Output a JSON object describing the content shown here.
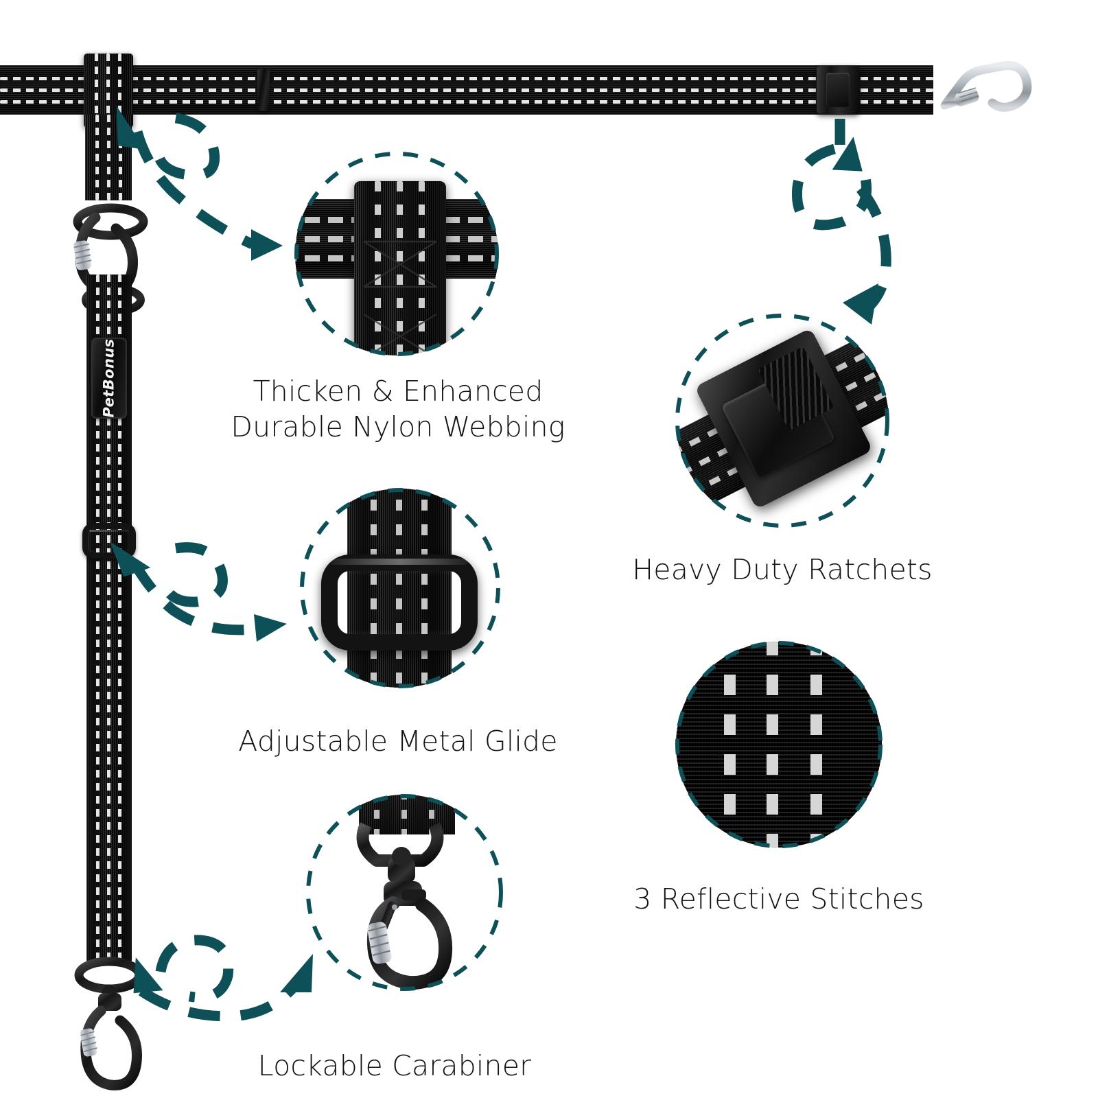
{
  "page": {
    "brand": "PetBonus",
    "background_color": "#ffffff",
    "accent_color": "#0d5057",
    "webbing_color": "#0a0a0a",
    "reflective_color": "#f2f2f2",
    "hardware_color": "#131313",
    "metal_color": "#c9cdd2"
  },
  "product": {
    "horizontal_strap_label": "horizontal-tie-out-strap",
    "vertical_strap_label": "vertical-drop-lead",
    "top_keeper_label": "webbing-keeper",
    "ratchet_label": "cam-ratchet-buckle",
    "end_carabiner_label": "silver-snap-hook"
  },
  "features": [
    {
      "id": "webbing",
      "caption": "Thicken & Enhanced\nDurable Nylon Webbing",
      "circle_name": "callout-circle-nylon-webbing",
      "arrow_name": "arrow-to-nylon-webbing"
    },
    {
      "id": "ratchet",
      "caption": "Heavy Duty Ratchets",
      "circle_name": "callout-circle-heavy-duty-ratchets",
      "arrow_name": "arrow-to-heavy-duty-ratchets"
    },
    {
      "id": "glide",
      "caption": "Adjustable Metal Glide",
      "circle_name": "callout-circle-adjustable-metal-glide",
      "arrow_name": "arrow-to-adjustable-metal-glide"
    },
    {
      "id": "stitches",
      "caption": "3 Reflective Stitches",
      "circle_name": "callout-circle-reflective-stitches",
      "arrow_name": "none"
    },
    {
      "id": "carabiner",
      "caption": "Lockable Carabiner",
      "circle_name": "callout-circle-lockable-carabiner",
      "arrow_name": "arrow-to-lockable-carabiner"
    }
  ]
}
